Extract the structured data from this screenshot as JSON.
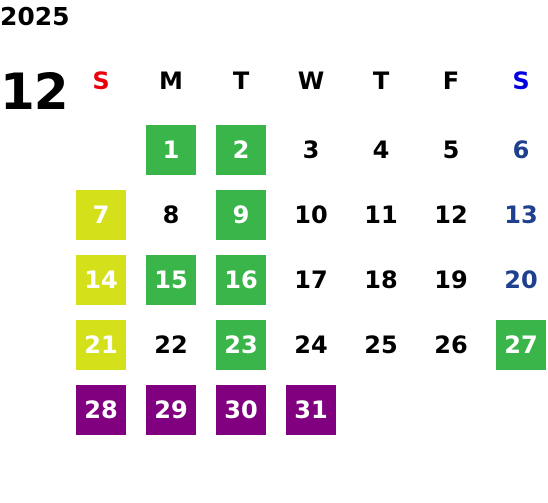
{
  "year": "2025",
  "month": "12",
  "weekdays": [
    "S",
    "M",
    "T",
    "W",
    "T",
    "F",
    "S"
  ],
  "days": [
    "1",
    "2",
    "3",
    "4",
    "5",
    "6",
    "7",
    "8",
    "9",
    "10",
    "11",
    "12",
    "13",
    "14",
    "15",
    "16",
    "17",
    "18",
    "19",
    "20",
    "21",
    "22",
    "23",
    "24",
    "25",
    "26",
    "27",
    "28",
    "29",
    "30",
    "31"
  ],
  "colors": {
    "sunday_header": "#e8000b",
    "saturday_header": "#0000e0",
    "saturday_text": "#1f3f8f",
    "green": "#39b54a",
    "yellow": "#d4e01a",
    "purple": "#800080"
  },
  "highlights": {
    "green": [
      "1",
      "2",
      "9",
      "15",
      "16",
      "23",
      "27"
    ],
    "yellow": [
      "7",
      "14",
      "21"
    ],
    "purple": [
      "28",
      "29",
      "30",
      "31"
    ]
  }
}
